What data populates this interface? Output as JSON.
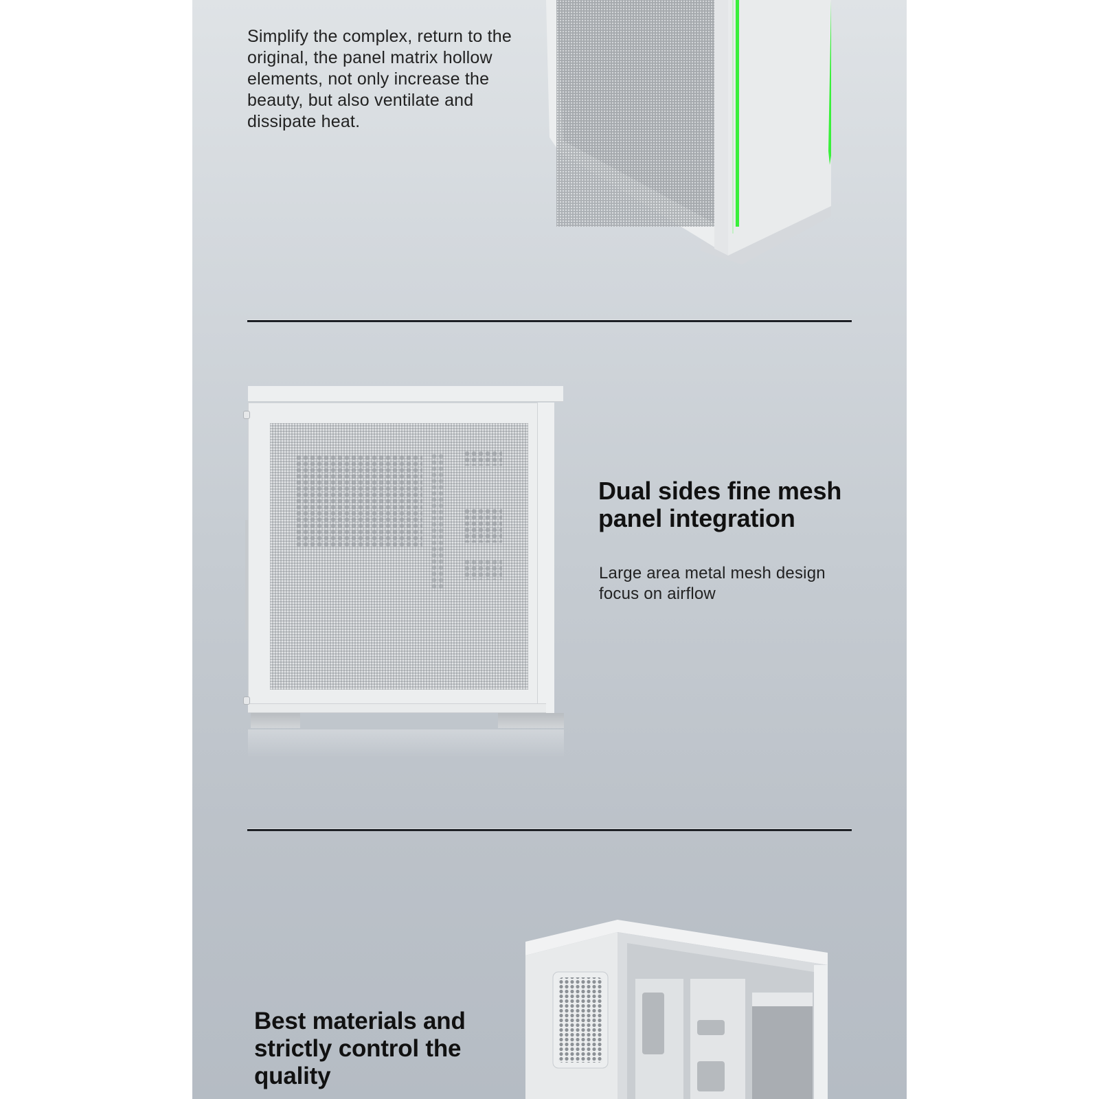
{
  "sections": [
    {
      "id": "matrix-panel",
      "body": "Simplify the complex, return to the original, the panel matrix hollow elements, not only increase the beauty, but also ventilate and dissipate heat.",
      "image": "pc-case-front-mesh-green-rgb-strip"
    },
    {
      "id": "dual-mesh",
      "heading": "Dual sides fine mesh panel integration",
      "body": "Large area metal mesh design focus on airflow",
      "image": "pc-case-side-mesh-panel"
    },
    {
      "id": "materials",
      "heading": "Best materials and strictly control the quality",
      "image": "pc-case-open-interior"
    }
  ],
  "colors": {
    "page_bg": "#ffffff",
    "panel_top": "#dfe3e6",
    "panel_bottom": "#b5bcc4",
    "divider": "#1c1f24",
    "text": "#1a1a1a",
    "rgb_strip": "#39f03a",
    "case_white": "#eceeef"
  }
}
